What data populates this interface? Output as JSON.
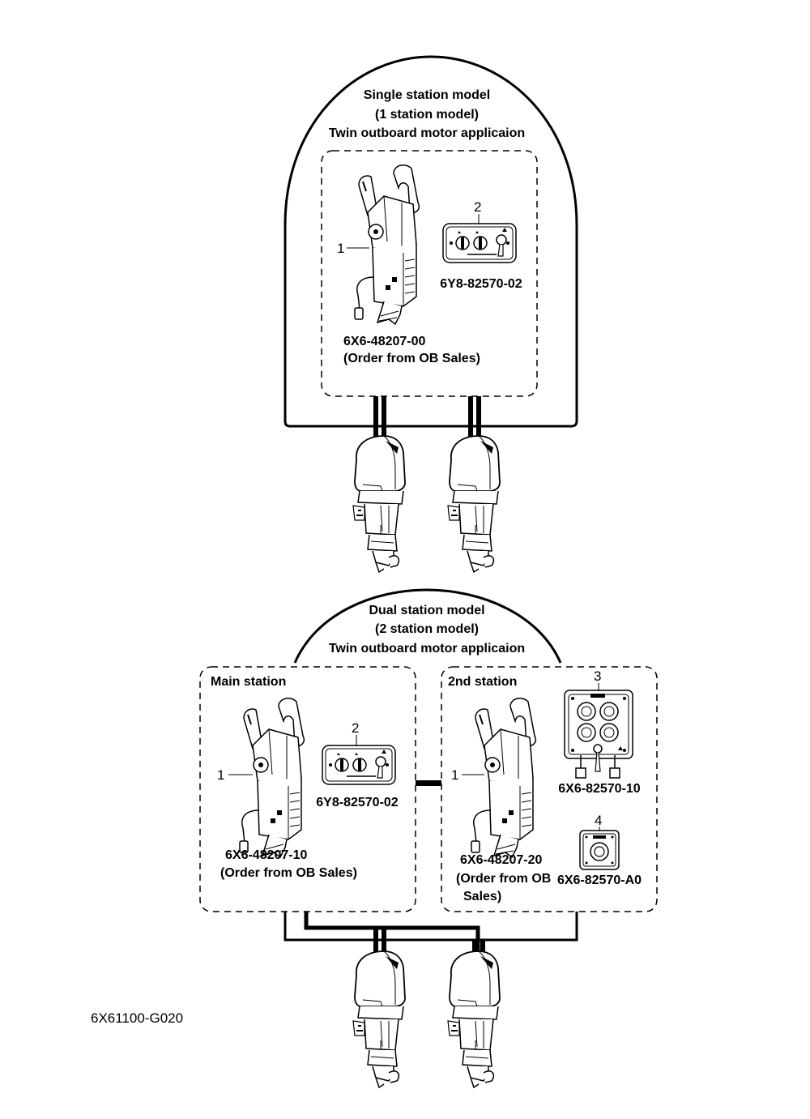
{
  "single_station": {
    "title_lines": [
      "Single station model",
      "(1 station model)",
      "Twin outboard motor applicaion"
    ],
    "callout_1": "1",
    "callout_2": "2",
    "switch_part_no": "6Y8-82570-02",
    "control_part_no": "6X6-48207-00",
    "control_note": "(Order from OB Sales)"
  },
  "dual_station": {
    "title_lines": [
      "Dual station model",
      "(2 station model)",
      "Twin outboard motor applicaion"
    ],
    "main_station": {
      "label": "Main station",
      "callout_1": "1",
      "callout_2": "2",
      "switch_part_no": "6Y8-82570-02",
      "control_part_no": "6X6-48207-10",
      "control_note": "(Order from OB Sales)"
    },
    "second_station": {
      "label": "2nd station",
      "callout_1": "1",
      "callout_3": "3",
      "callout_4": "4",
      "switch_part_no": "6X6-82570-10",
      "stop_switch_part_no": "6X6-82570-A0",
      "control_part_no": "6X6-48207-20",
      "control_note_lines": [
        "(Order from OB",
        "Sales)"
      ]
    }
  },
  "figure_code": "6X61100-G020"
}
